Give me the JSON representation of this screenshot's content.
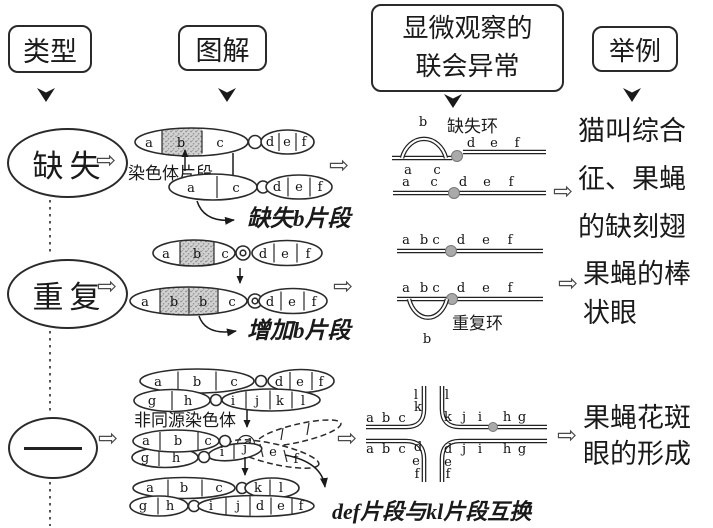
{
  "header": {
    "type": "类型",
    "diagram": "图解",
    "microscope": [
      "显微观察的",
      "联会异常"
    ],
    "example": "举例"
  },
  "icons": {
    "flow_arrow": "⇨"
  },
  "rows": [
    {
      "type": "缺失",
      "diagram": {
        "chr1_left": [
          "a",
          "b",
          "c"
        ],
        "chr1_right": [
          "d",
          "e",
          "f"
        ],
        "fragment_label": "染色体片段",
        "chr2_left": [
          "a",
          "c"
        ],
        "chr2_right": [
          "d",
          "e",
          "f"
        ],
        "note": "缺失b片段"
      },
      "synapsis": {
        "loop_letter": "b",
        "loop_name": "缺失环",
        "upper_left": [
          "a",
          "c"
        ],
        "upper_right": [
          "d",
          "e",
          "f"
        ],
        "lower": [
          "a",
          "c",
          "d",
          "e",
          "f"
        ]
      },
      "example": [
        "猫叫综合",
        "征、果蝇",
        "的缺刻翅"
      ]
    },
    {
      "type": "重复",
      "diagram": {
        "chr1_left": [
          "a",
          "b",
          "c"
        ],
        "chr1_right": [
          "d",
          "e",
          "f"
        ],
        "chr2_left": [
          "a",
          "b",
          "b",
          "c"
        ],
        "chr2_right": [
          "d",
          "e",
          "f"
        ],
        "note": "增加b片段"
      },
      "synapsis": {
        "upper": [
          "a",
          "b",
          "c",
          "d",
          "e",
          "f"
        ],
        "lower": [
          "a",
          "b",
          "c",
          "d",
          "e",
          "f"
        ],
        "loop_letter": "b",
        "loop_name": "重复环"
      },
      "example": [
        "果蝇的棒",
        "状眼"
      ]
    },
    {
      "type": "",
      "diagram": {
        "pair1_chr1_left": [
          "a",
          "b",
          "c"
        ],
        "pair1_chr1_right": [
          "d",
          "e",
          "f"
        ],
        "pair1_chr2_left": [
          "g",
          "h"
        ],
        "pair1_chr2_right": [
          "i",
          "j",
          "k",
          "l"
        ],
        "nonhomolog_label": "非同源染色体",
        "cross_chr1_left": [
          "a",
          "b",
          "c"
        ],
        "cross_chr1_arm": [
          "d",
          "e",
          "f"
        ],
        "cross_chr2_left": [
          "g",
          "h"
        ],
        "cross_chr2_mid": [
          "i",
          "j"
        ],
        "pair2_chr1_left": [
          "a",
          "b",
          "c"
        ],
        "pair2_chr1_right": [
          "k",
          "l"
        ],
        "pair2_chr2_left": [
          "g",
          "h"
        ],
        "pair2_chr2_right": [
          "i",
          "j",
          "d",
          "e",
          "f"
        ],
        "note": "def片段与kl片段互换"
      },
      "synapsis": {
        "left_top": [
          "a",
          "b",
          "c"
        ],
        "left_bottom": [
          "a",
          "b",
          "c"
        ],
        "top_left": [
          "l",
          "k"
        ],
        "top_right": [
          "l"
        ],
        "right_top": [
          "k",
          "j",
          "i",
          "h",
          "g"
        ],
        "right_bottom": [
          "d",
          "j",
          "i",
          "h",
          "g"
        ],
        "bottom_left": [
          "d",
          "e",
          "f"
        ],
        "bottom_right": [
          "e",
          "f"
        ]
      },
      "example": [
        "果蝇花斑",
        "眼的形成"
      ]
    }
  ]
}
